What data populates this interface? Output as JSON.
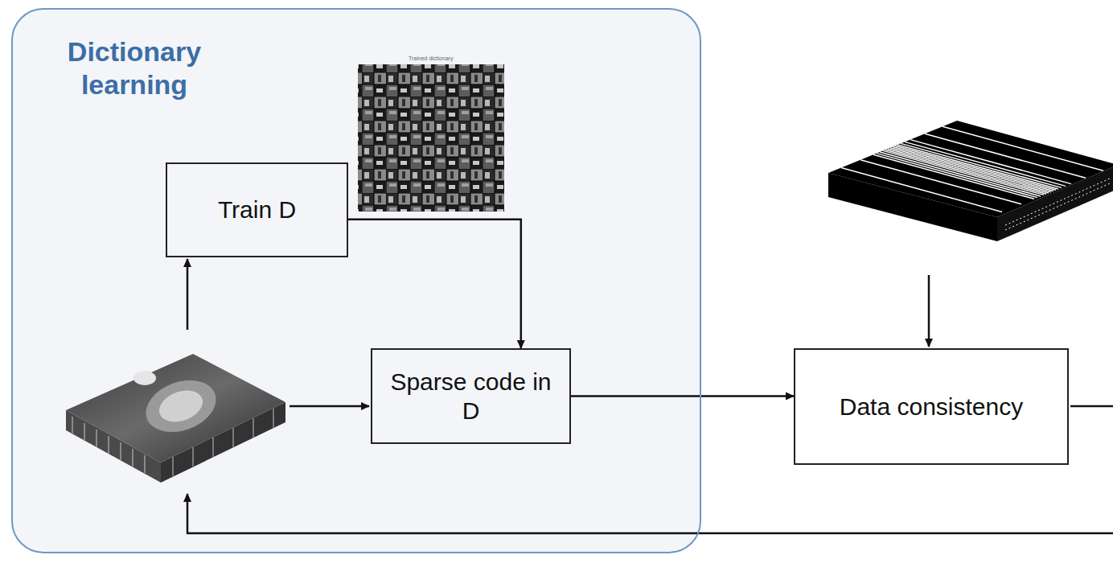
{
  "diagram": {
    "nodes": [
      {
        "text": [
          "Dictionary learning"
        ]
      },
      {
        "text": [
          "Train D"
        ],
        "in": 0
      },
      {
        "text": [
          "Sparse code in D"
        ],
        "in": 0
      },
      {
        "text": [
          "Data consistency"
        ]
      }
    ],
    "edges": [
      {
        "from": 1,
        "to": 2,
        "arrow": "to"
      },
      {
        "from": 2,
        "to": 3,
        "arrow": "to"
      }
    ],
    "labels": [
      "Trained dictionary"
    ]
  }
}
